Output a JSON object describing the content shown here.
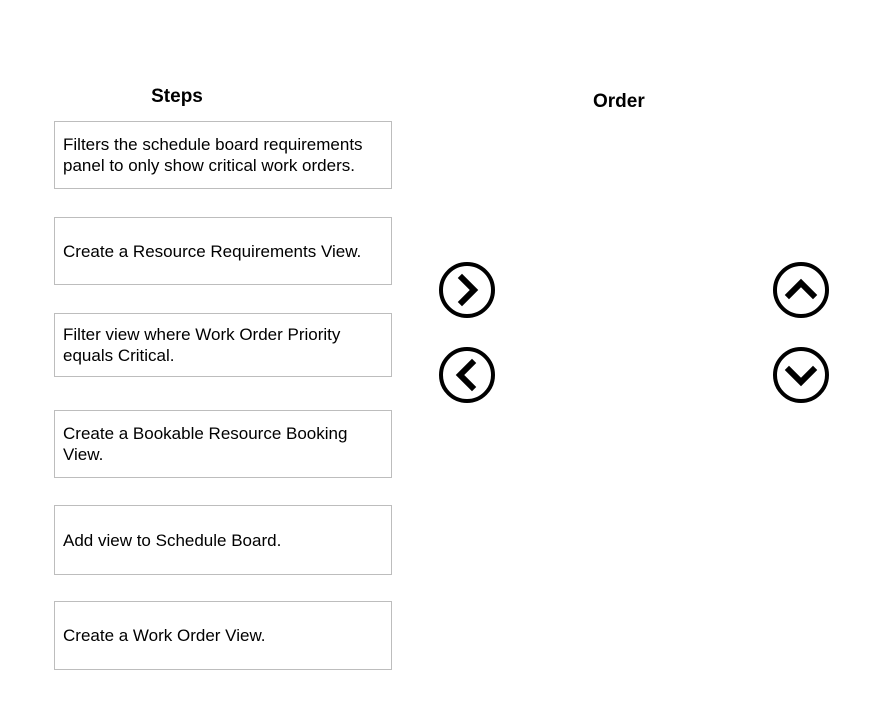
{
  "columns": {
    "steps": {
      "heading": "Steps",
      "items": [
        {
          "label": "Filters the schedule board requirements panel to only show critical work orders."
        },
        {
          "label": "Create a Resource Requirements View."
        },
        {
          "label": "Filter view where Work Order Priority equals Critical."
        },
        {
          "label": "Create a Bookable Resource Booking View."
        },
        {
          "label": "Add view to Schedule Board."
        },
        {
          "label": "Create a Work Order View."
        }
      ]
    },
    "order": {
      "heading": "Order",
      "items": []
    }
  },
  "controls": {
    "move_right": {
      "icon": "chevron-right-circle-icon"
    },
    "move_left": {
      "icon": "chevron-left-circle-icon"
    },
    "move_up": {
      "icon": "chevron-up-circle-icon"
    },
    "move_down": {
      "icon": "chevron-down-circle-icon"
    }
  },
  "colors": {
    "background": "#ffffff",
    "box_border": "#bdbdbd",
    "text": "#000000",
    "icon_stroke": "#000000"
  }
}
